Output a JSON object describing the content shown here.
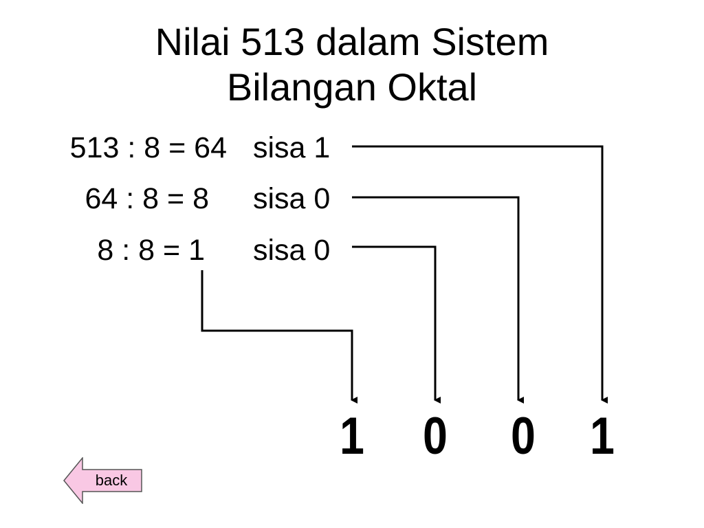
{
  "slide": {
    "title_line1": "Nilai 513 dalam Sistem",
    "title_line2": "Bilangan Oktal"
  },
  "steps": [
    {
      "equation": "513 : 8 = 64",
      "remainder": "sisa 1"
    },
    {
      "equation": "64 : 8 = 8",
      "remainder": "sisa 0"
    },
    {
      "equation": "8 : 8 = 1",
      "remainder": "sisa 0"
    }
  ],
  "result_digits": [
    "1",
    "0",
    "0",
    "1"
  ],
  "back_button": {
    "label": "back",
    "fill_color": "#f9c8e4",
    "arrow_icon": "left-arrow-icon"
  },
  "colors": {
    "text": "#000000",
    "background": "#ffffff",
    "lines": "#000000"
  }
}
